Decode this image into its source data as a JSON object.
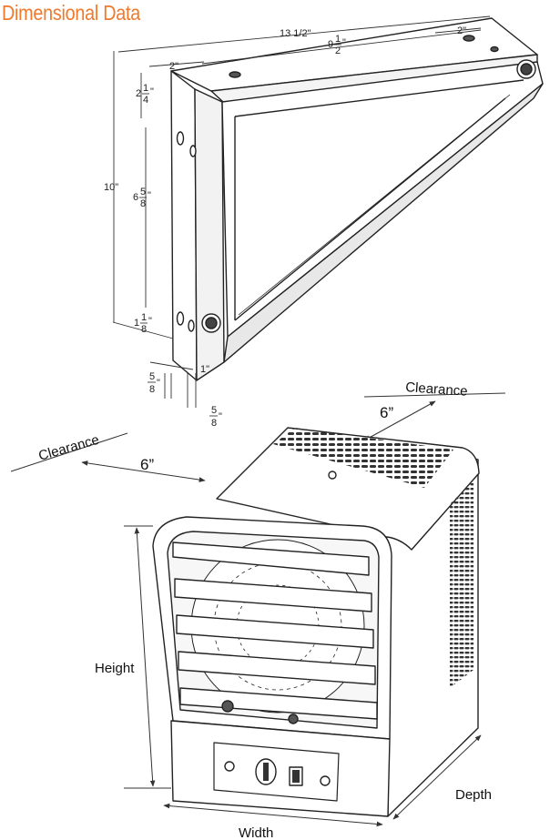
{
  "title": "Dimensional Data",
  "bracket": {
    "overall_width": "13 1/2\"",
    "inner_width": "9",
    "right_offset": "2\"",
    "left_offset": "2\"",
    "height": "10\"",
    "top_gap_whole": "2",
    "mid_whole": "6",
    "bottom_whole": "1",
    "bottom_right": "1\"",
    "frac_half": {
      "num": "1",
      "den": "2"
    },
    "frac_quarter": {
      "num": "1",
      "den": "4"
    },
    "frac_five_eighths": {
      "num": "5",
      "den": "8"
    },
    "frac_one_eighth": {
      "num": "1",
      "den": "8"
    },
    "inch_mark": "\""
  },
  "heater": {
    "clearance_top": "Clearance",
    "clearance_top_value": "6”",
    "clearance_left": "Clearance",
    "clearance_left_value": "6”",
    "height_label": "Height",
    "width_label": "Width",
    "depth_label": "Depth"
  }
}
